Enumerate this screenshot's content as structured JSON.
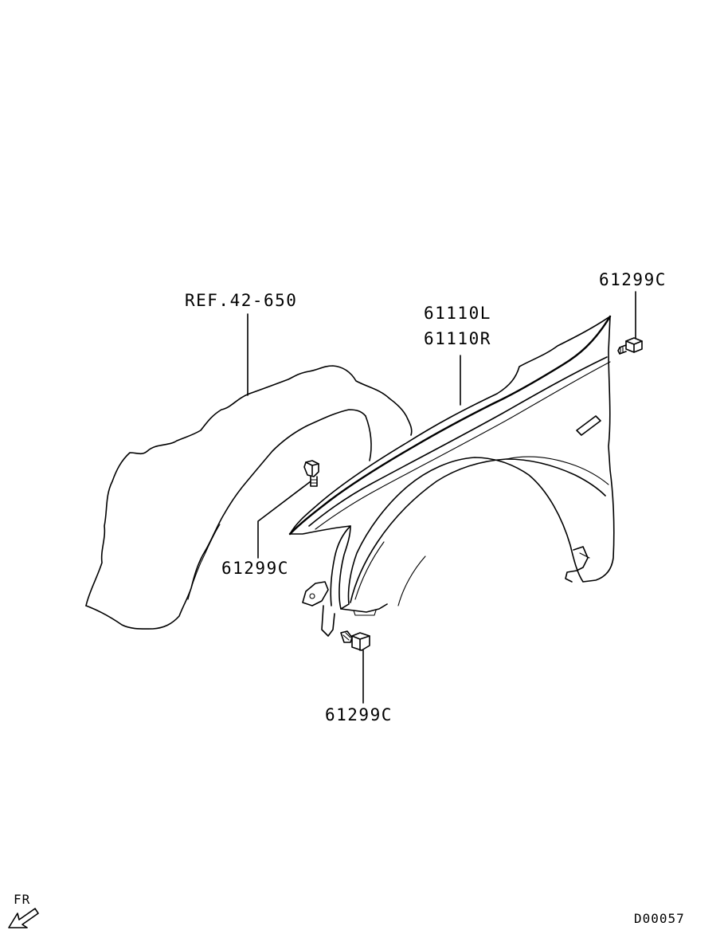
{
  "labels": {
    "ref_liner": "REF.42-650",
    "fender_left": "61110L",
    "fender_right": "61110R",
    "bolt_top_right": "61299C",
    "bolt_inner": "61299C",
    "bolt_bottom": "61299C",
    "direction": "FR",
    "diagram_code": "D00057"
  },
  "icons": {
    "direction_arrow": "front-direction-arrow-icon"
  }
}
